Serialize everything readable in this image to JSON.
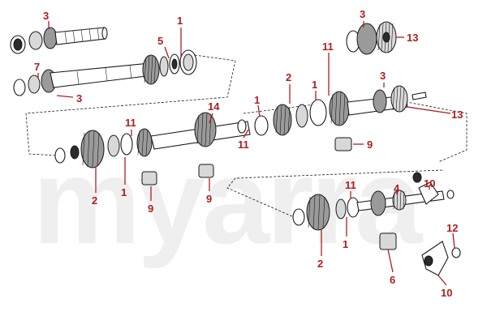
{
  "watermark": {
    "text": "myarra",
    "color": "#efefef"
  },
  "callouts": [
    {
      "id": "c-3a",
      "label": "3"
    },
    {
      "id": "c-1a",
      "label": "1"
    },
    {
      "id": "c-5",
      "label": "5"
    },
    {
      "id": "c-7",
      "label": "7"
    },
    {
      "id": "c-3b",
      "label": "3"
    },
    {
      "id": "c-3c",
      "label": "3"
    },
    {
      "id": "c-13a",
      "label": "13"
    },
    {
      "id": "c-11a",
      "label": "11"
    },
    {
      "id": "c-2a",
      "label": "2"
    },
    {
      "id": "c-1b",
      "label": "1"
    },
    {
      "id": "c-3d",
      "label": "3"
    },
    {
      "id": "c-13b",
      "label": "13"
    },
    {
      "id": "c-14",
      "label": "14"
    },
    {
      "id": "c-1c",
      "label": "1"
    },
    {
      "id": "c-11b",
      "label": "11"
    },
    {
      "id": "c-9a",
      "label": "9"
    },
    {
      "id": "c-11c",
      "label": "11"
    },
    {
      "id": "c-2b",
      "label": "2"
    },
    {
      "id": "c-1d",
      "label": "1"
    },
    {
      "id": "c-9b",
      "label": "9"
    },
    {
      "id": "c-9c",
      "label": "9"
    },
    {
      "id": "c-10a",
      "label": "10"
    },
    {
      "id": "c-4",
      "label": "4"
    },
    {
      "id": "c-11d",
      "label": "11"
    },
    {
      "id": "c-1e",
      "label": "1"
    },
    {
      "id": "c-2c",
      "label": "2"
    },
    {
      "id": "c-6",
      "label": "6"
    },
    {
      "id": "c-12",
      "label": "12"
    },
    {
      "id": "c-10b",
      "label": "10"
    }
  ],
  "colors": {
    "callout": "#b01e1e",
    "ink": "#1a1a1a"
  }
}
